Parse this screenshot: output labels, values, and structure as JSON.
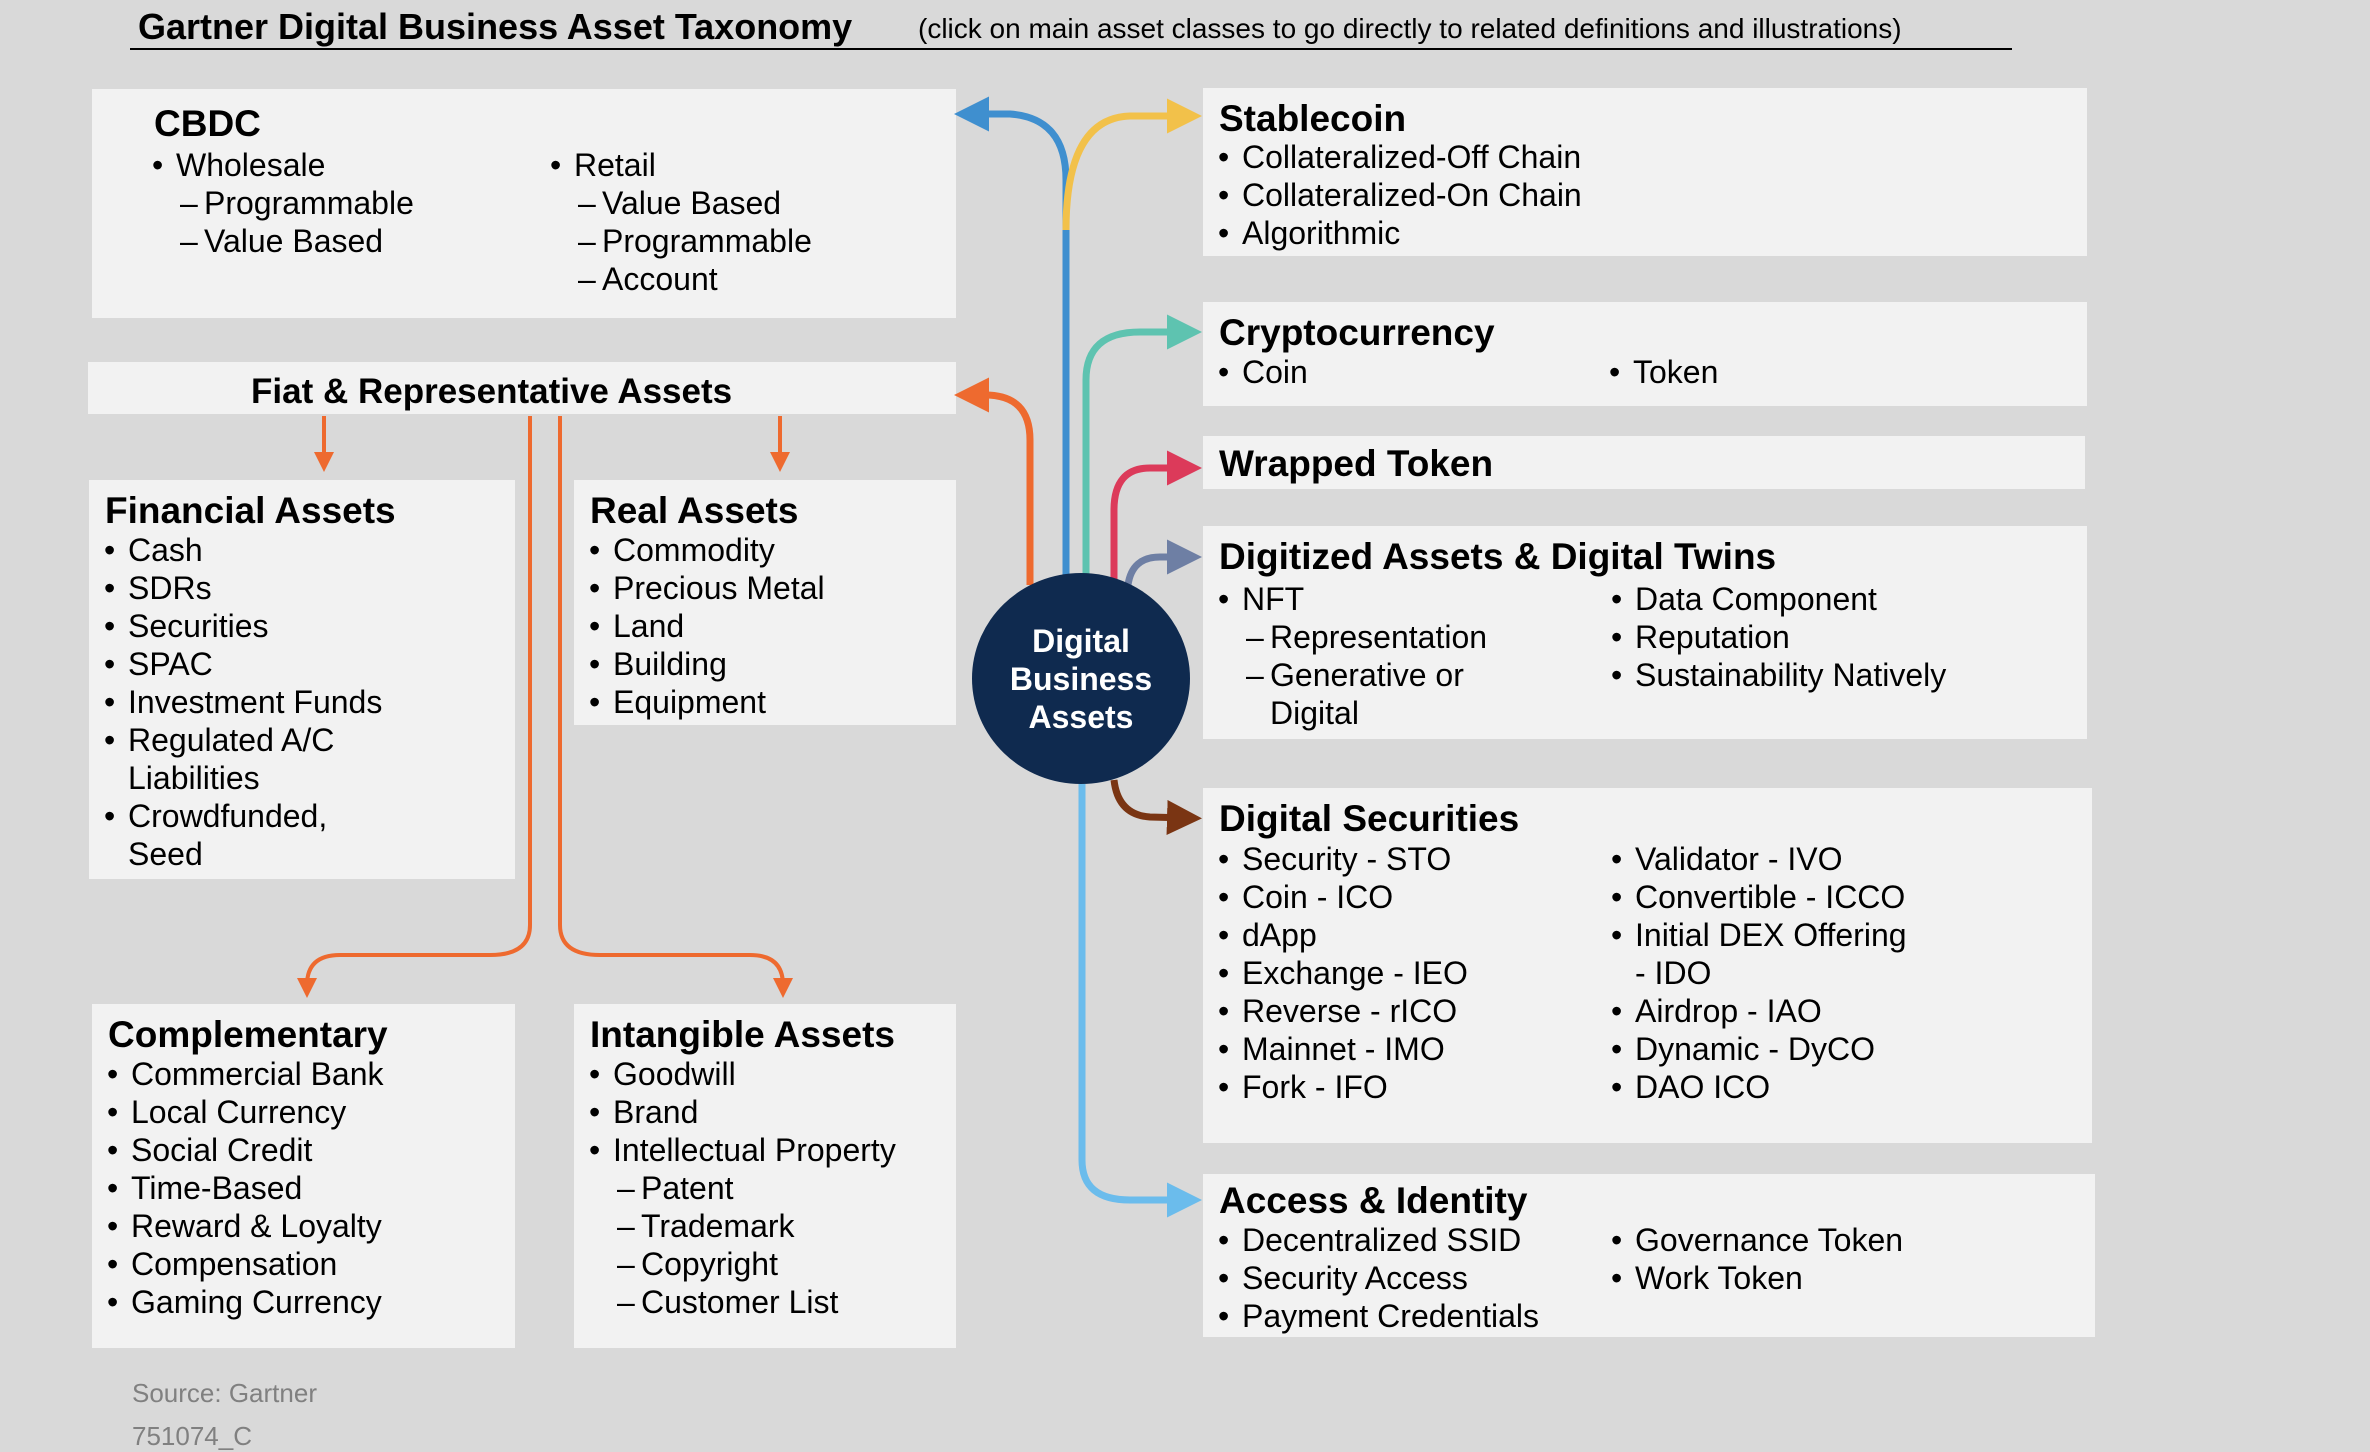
{
  "header": {
    "title": "Gartner Digital Business Asset Taxonomy",
    "subtitle": "(click on main asset classes to go directly to related definitions and illustrations)"
  },
  "hub": {
    "label": "Digital\nBusiness\nAssets"
  },
  "cbdc": {
    "title": "CBDC",
    "col1": [
      {
        "t": "Wholesale",
        "k": "b"
      },
      {
        "t": "Programmable",
        "k": "s"
      },
      {
        "t": "Value Based",
        "k": "s"
      }
    ],
    "col2": [
      {
        "t": "Retail",
        "k": "b"
      },
      {
        "t": "Value Based",
        "k": "s"
      },
      {
        "t": "Programmable",
        "k": "s"
      },
      {
        "t": "Account",
        "k": "s"
      }
    ]
  },
  "fiat": {
    "title": "Fiat & Representative Assets"
  },
  "financial": {
    "title": "Financial Assets",
    "items": [
      {
        "t": "Cash",
        "k": "b"
      },
      {
        "t": "SDRs",
        "k": "b"
      },
      {
        "t": "Securities",
        "k": "b"
      },
      {
        "t": "SPAC",
        "k": "b"
      },
      {
        "t": "Investment Funds",
        "k": "b"
      },
      {
        "t": "Regulated A/C",
        "k": "b"
      },
      {
        "t": "Liabilities",
        "k": "c"
      },
      {
        "t": "Crowdfunded,",
        "k": "b"
      },
      {
        "t": "Seed",
        "k": "c"
      }
    ]
  },
  "real": {
    "title": "Real Assets",
    "items": [
      {
        "t": "Commodity",
        "k": "b"
      },
      {
        "t": "Precious Metal",
        "k": "b"
      },
      {
        "t": "Land",
        "k": "b"
      },
      {
        "t": "Building",
        "k": "b"
      },
      {
        "t": "Equipment",
        "k": "b"
      }
    ]
  },
  "complementary": {
    "title": "Complementary",
    "items": [
      {
        "t": "Commercial Bank",
        "k": "b"
      },
      {
        "t": "Local Currency",
        "k": "b"
      },
      {
        "t": "Social Credit",
        "k": "b"
      },
      {
        "t": "Time-Based",
        "k": "b"
      },
      {
        "t": "Reward & Loyalty",
        "k": "b"
      },
      {
        "t": "Compensation",
        "k": "b"
      },
      {
        "t": "Gaming Currency",
        "k": "b"
      }
    ]
  },
  "intangible": {
    "title": "Intangible Assets",
    "items": [
      {
        "t": "Goodwill",
        "k": "b"
      },
      {
        "t": "Brand",
        "k": "b"
      },
      {
        "t": "Intellectual Property",
        "k": "b"
      },
      {
        "t": "Patent",
        "k": "s"
      },
      {
        "t": "Trademark",
        "k": "s"
      },
      {
        "t": "Copyright",
        "k": "s"
      },
      {
        "t": "Customer List",
        "k": "s"
      }
    ]
  },
  "stablecoin": {
    "title": "Stablecoin",
    "items": [
      {
        "t": "Collateralized-Off Chain",
        "k": "b"
      },
      {
        "t": "Collateralized-On Chain",
        "k": "b"
      },
      {
        "t": "Algorithmic",
        "k": "b"
      }
    ]
  },
  "crypto": {
    "title": "Cryptocurrency",
    "col1": [
      {
        "t": "Coin",
        "k": "b"
      }
    ],
    "col2": [
      {
        "t": "Token",
        "k": "b"
      }
    ]
  },
  "wrapped": {
    "title": "Wrapped Token"
  },
  "digitized": {
    "title": "Digitized Assets & Digital Twins",
    "col1": [
      {
        "t": "NFT",
        "k": "b"
      },
      {
        "t": "Representation",
        "k": "s"
      },
      {
        "t": "Generative or",
        "k": "s"
      },
      {
        "t": "Digital",
        "k": "sc"
      }
    ],
    "col2": [
      {
        "t": "Data Component",
        "k": "b"
      },
      {
        "t": "Reputation",
        "k": "b"
      },
      {
        "t": "Sustainability Natively",
        "k": "b"
      }
    ]
  },
  "securities": {
    "title": "Digital Securities",
    "col1": [
      {
        "t": "Security - STO",
        "k": "b"
      },
      {
        "t": "Coin - ICO",
        "k": "b"
      },
      {
        "t": "dApp",
        "k": "b"
      },
      {
        "t": "Exchange - IEO",
        "k": "b"
      },
      {
        "t": "Reverse - rICO",
        "k": "b"
      },
      {
        "t": "Mainnet - IMO",
        "k": "b"
      },
      {
        "t": "Fork - IFO",
        "k": "b"
      }
    ],
    "col2": [
      {
        "t": "Validator - IVO",
        "k": "b"
      },
      {
        "t": "Convertible - ICCO",
        "k": "b"
      },
      {
        "t": "Initial DEX Offering",
        "k": "b"
      },
      {
        "t": "- IDO",
        "k": "c"
      },
      {
        "t": "Airdrop - IAO",
        "k": "b"
      },
      {
        "t": "Dynamic - DyCO",
        "k": "b"
      },
      {
        "t": "DAO ICO",
        "k": "b"
      }
    ]
  },
  "access": {
    "title": "Access & Identity",
    "col1": [
      {
        "t": "Decentralized SSID",
        "k": "b"
      },
      {
        "t": "Security Access",
        "k": "b"
      },
      {
        "t": "Payment Credentials",
        "k": "b"
      }
    ],
    "col2": [
      {
        "t": "Governance Token",
        "k": "b"
      },
      {
        "t": "Work Token",
        "k": "b"
      }
    ]
  },
  "footer": {
    "source": "Source: Gartner",
    "code": "751074_C"
  },
  "colors": {
    "hub": "#0f2a4f",
    "orange": "#ee6a2f",
    "blue": "#3f8fcf",
    "yellow": "#f2c14a",
    "teal": "#5ec3b0",
    "red": "#dc3a5a",
    "slate": "#6e7fa4",
    "brown": "#7a3513",
    "lightblue": "#6bbcec"
  }
}
